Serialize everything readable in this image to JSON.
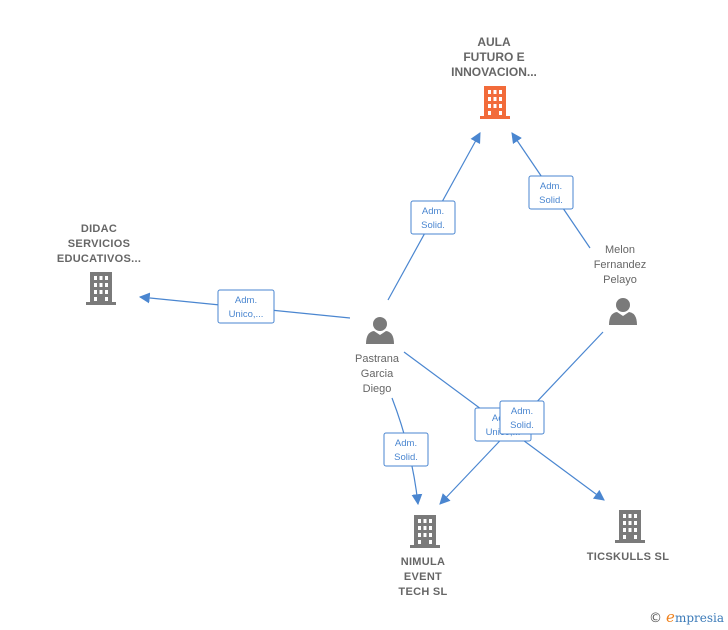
{
  "colors": {
    "main_company": "#f26b3a",
    "company": "#7a7a7a",
    "person": "#7a7a7a",
    "edge": "#4a86d0"
  },
  "nodes": {
    "aula": {
      "lines": [
        "AULA",
        "FUTURO E",
        "INNOVACION..."
      ],
      "icon": "building-icon",
      "main": true
    },
    "didac": {
      "lines": [
        "DIDAC",
        "SERVICIOS",
        "EDUCATIVOS..."
      ],
      "icon": "building-icon"
    },
    "melon": {
      "lines": [
        "Melon",
        "Fernandez",
        "Pelayo"
      ],
      "icon": "person-icon"
    },
    "pastrana": {
      "lines": [
        "Pastrana",
        "Garcia",
        "Diego"
      ],
      "icon": "person-icon"
    },
    "nimula": {
      "lines": [
        "NIMULA",
        "EVENT",
        "TECH  SL"
      ],
      "icon": "building-icon"
    },
    "ticskulls": {
      "lines": [
        "TICSKULLS  SL"
      ],
      "icon": "building-icon"
    }
  },
  "relations": {
    "pastrana_aula": [
      "Adm.",
      "Solid."
    ],
    "melon_aula": [
      "Adm.",
      "Solid."
    ],
    "pastrana_didac": [
      "Adm.",
      "Unico,..."
    ],
    "pastrana_nimula": [
      "Adm.",
      "Solid."
    ],
    "pastrana_ticskulls": [
      "Adm.",
      "Unico,..."
    ],
    "melon_nimula": [
      "Adm.",
      "Solid."
    ]
  },
  "footer": {
    "copyright": "©",
    "brand_first": "e",
    "brand_rest": "mpresia"
  }
}
